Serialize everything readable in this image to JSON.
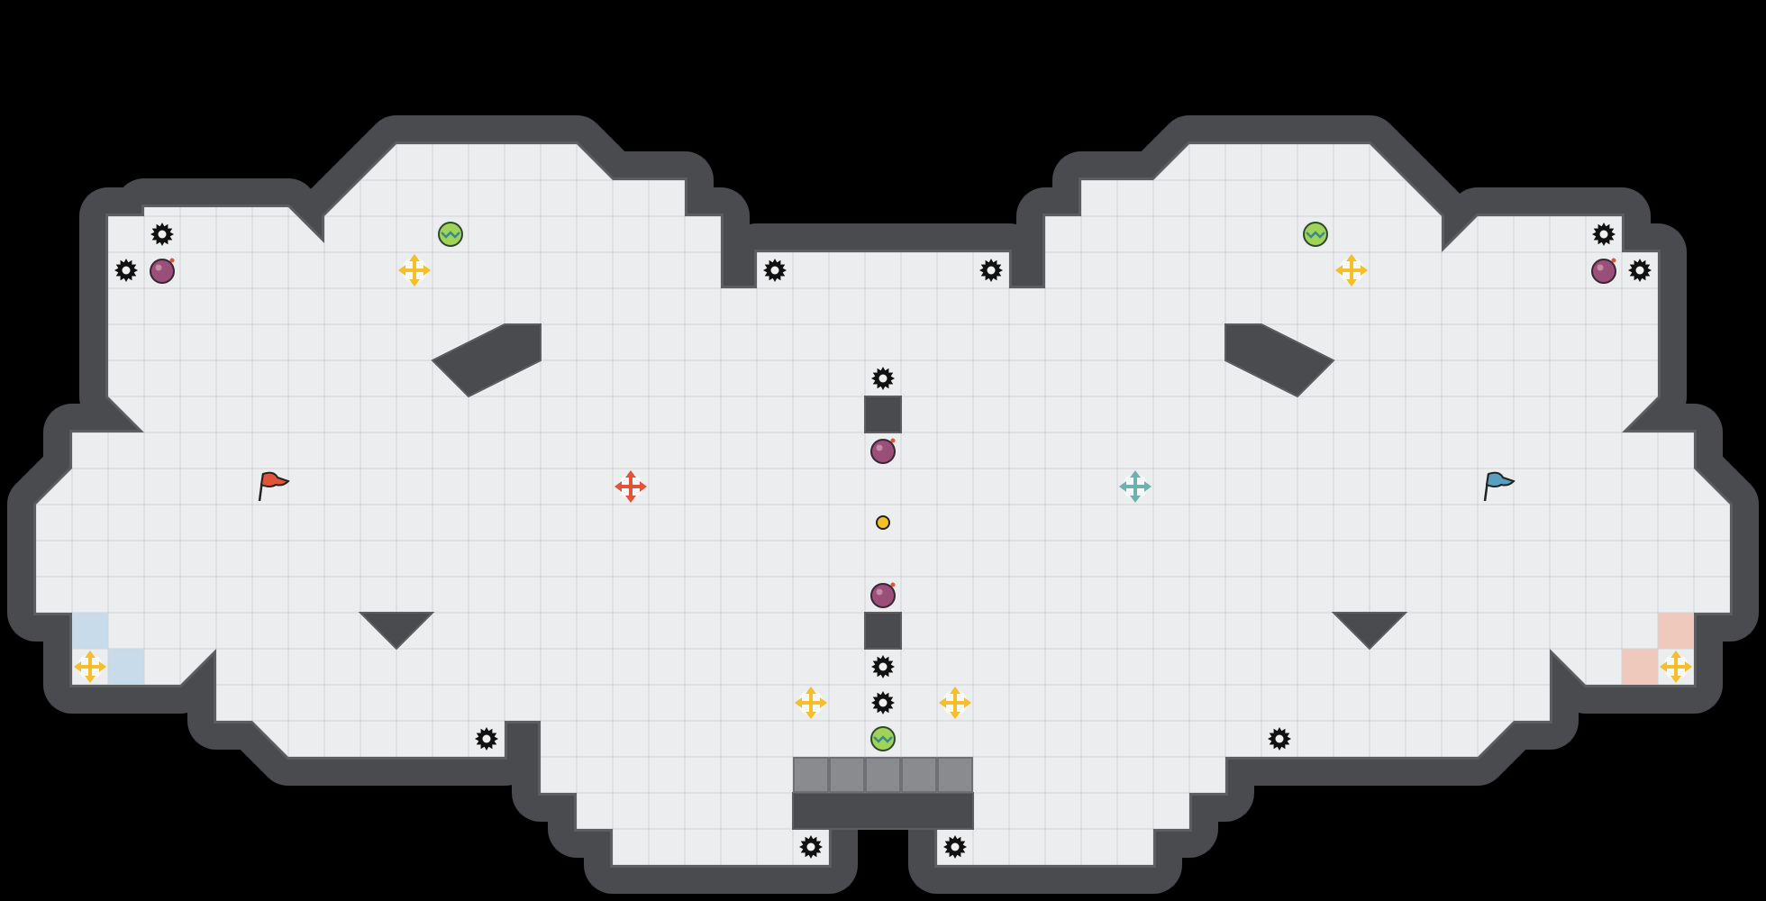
{
  "game": {
    "name": "",
    "colors": {
      "background": "#000000",
      "floor": "#ecedef",
      "floor_grid": "#d2d4d8",
      "wall": "#4a4b4f",
      "wall_edge": "#5c5d61",
      "gate": "#8a8b8e",
      "spike": "#111111",
      "red_team": "#e0553a",
      "blue_team": "#5a9fbe",
      "neutral_boost": "#f3bf2a",
      "powerup": "#5aa14a",
      "bomb": "#9a4f78",
      "red_endzone": "#f0c9bd",
      "blue_endzone": "#c7dbea"
    },
    "objects": {
      "flags": [
        {
          "team": "red",
          "icon": "red-flag-icon"
        },
        {
          "team": "blue",
          "icon": "blue-flag-icon"
        }
      ],
      "boosts": [
        {
          "team": "red",
          "icon": "red-boost-icon"
        },
        {
          "team": "blue",
          "icon": "blue-boost-icon"
        },
        {
          "team": "neutral",
          "icon": "yellow-boost-icon"
        }
      ],
      "other": [
        "spike-icon",
        "bomb-icon",
        "powerup-icon",
        "gate-icon",
        "ball-icon"
      ]
    }
  }
}
